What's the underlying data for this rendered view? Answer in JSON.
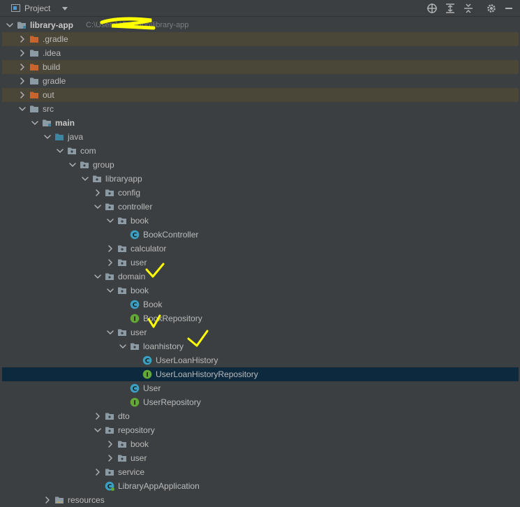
{
  "panel": {
    "title": "Project"
  },
  "toolbar": {
    "buttons": [
      {
        "name": "locate-icon"
      },
      {
        "name": "expand-all-icon"
      },
      {
        "name": "collapse-all-icon"
      },
      {
        "name": "settings-icon"
      },
      {
        "name": "hide-icon"
      }
    ]
  },
  "colors": {
    "background": "#3c3f41",
    "excluded_row": "#4a4638",
    "selected_row": "#0d293e",
    "folder_excluded": "#c8642d",
    "folder_source": "#3e86a0",
    "class_icon": "#3b9fc2",
    "interface_icon": "#62a834",
    "annotation_yellow": "#ffff00"
  },
  "tree": {
    "root": {
      "label": "library-app",
      "path": "C:\\Users\\        \\Desktop\\library-app"
    },
    "rows": [
      {
        "label": "library-app",
        "depth": 0,
        "expanded": true,
        "icon": "module",
        "bold": true,
        "path": "C:\\Users\\        \\Desktop\\library-app"
      },
      {
        "label": ".gradle",
        "depth": 1,
        "expanded": false,
        "icon": "folder-excluded",
        "excluded": true
      },
      {
        "label": ".idea",
        "depth": 1,
        "expanded": false,
        "icon": "folder"
      },
      {
        "label": "build",
        "depth": 1,
        "expanded": false,
        "icon": "folder-excluded",
        "excluded": true
      },
      {
        "label": "gradle",
        "depth": 1,
        "expanded": false,
        "icon": "folder"
      },
      {
        "label": "out",
        "depth": 1,
        "expanded": false,
        "icon": "folder-excluded",
        "excluded": true
      },
      {
        "label": "src",
        "depth": 1,
        "expanded": true,
        "icon": "folder"
      },
      {
        "label": "main",
        "depth": 2,
        "expanded": true,
        "icon": "folder-module",
        "bold": true
      },
      {
        "label": "java",
        "depth": 3,
        "expanded": true,
        "icon": "folder-source"
      },
      {
        "label": "com",
        "depth": 4,
        "expanded": true,
        "icon": "package"
      },
      {
        "label": "group",
        "depth": 5,
        "expanded": true,
        "icon": "package"
      },
      {
        "label": "libraryapp",
        "depth": 6,
        "expanded": true,
        "icon": "package"
      },
      {
        "label": "config",
        "depth": 7,
        "expanded": false,
        "icon": "package"
      },
      {
        "label": "controller",
        "depth": 7,
        "expanded": true,
        "icon": "package"
      },
      {
        "label": "book",
        "depth": 8,
        "expanded": true,
        "icon": "package"
      },
      {
        "label": "BookController",
        "depth": 9,
        "leaf": true,
        "icon": "class"
      },
      {
        "label": "calculator",
        "depth": 8,
        "expanded": false,
        "icon": "package"
      },
      {
        "label": "user",
        "depth": 8,
        "expanded": false,
        "icon": "package"
      },
      {
        "label": "domain",
        "depth": 7,
        "expanded": true,
        "icon": "package"
      },
      {
        "label": "book",
        "depth": 8,
        "expanded": true,
        "icon": "package"
      },
      {
        "label": "Book",
        "depth": 9,
        "leaf": true,
        "icon": "class"
      },
      {
        "label": "BookRepository",
        "depth": 9,
        "leaf": true,
        "icon": "interface"
      },
      {
        "label": "user",
        "depth": 8,
        "expanded": true,
        "icon": "package"
      },
      {
        "label": "loanhistory",
        "depth": 9,
        "expanded": true,
        "icon": "package"
      },
      {
        "label": "UserLoanHistory",
        "depth": 10,
        "leaf": true,
        "icon": "class"
      },
      {
        "label": "UserLoanHistoryRepository",
        "depth": 10,
        "leaf": true,
        "icon": "interface",
        "selected": true
      },
      {
        "label": "User",
        "depth": 9,
        "leaf": true,
        "icon": "class"
      },
      {
        "label": "UserRepository",
        "depth": 9,
        "leaf": true,
        "icon": "interface"
      },
      {
        "label": "dto",
        "depth": 7,
        "expanded": false,
        "icon": "package"
      },
      {
        "label": "repository",
        "depth": 7,
        "expanded": true,
        "icon": "package"
      },
      {
        "label": "book",
        "depth": 8,
        "expanded": false,
        "icon": "package"
      },
      {
        "label": "user",
        "depth": 8,
        "expanded": false,
        "icon": "package"
      },
      {
        "label": "service",
        "depth": 7,
        "expanded": false,
        "icon": "package"
      },
      {
        "label": "LibraryAppApplication",
        "depth": 7,
        "leaf": true,
        "icon": "spring-class"
      },
      {
        "label": "resources",
        "depth": 3,
        "expanded": false,
        "icon": "folder-resources"
      }
    ]
  }
}
